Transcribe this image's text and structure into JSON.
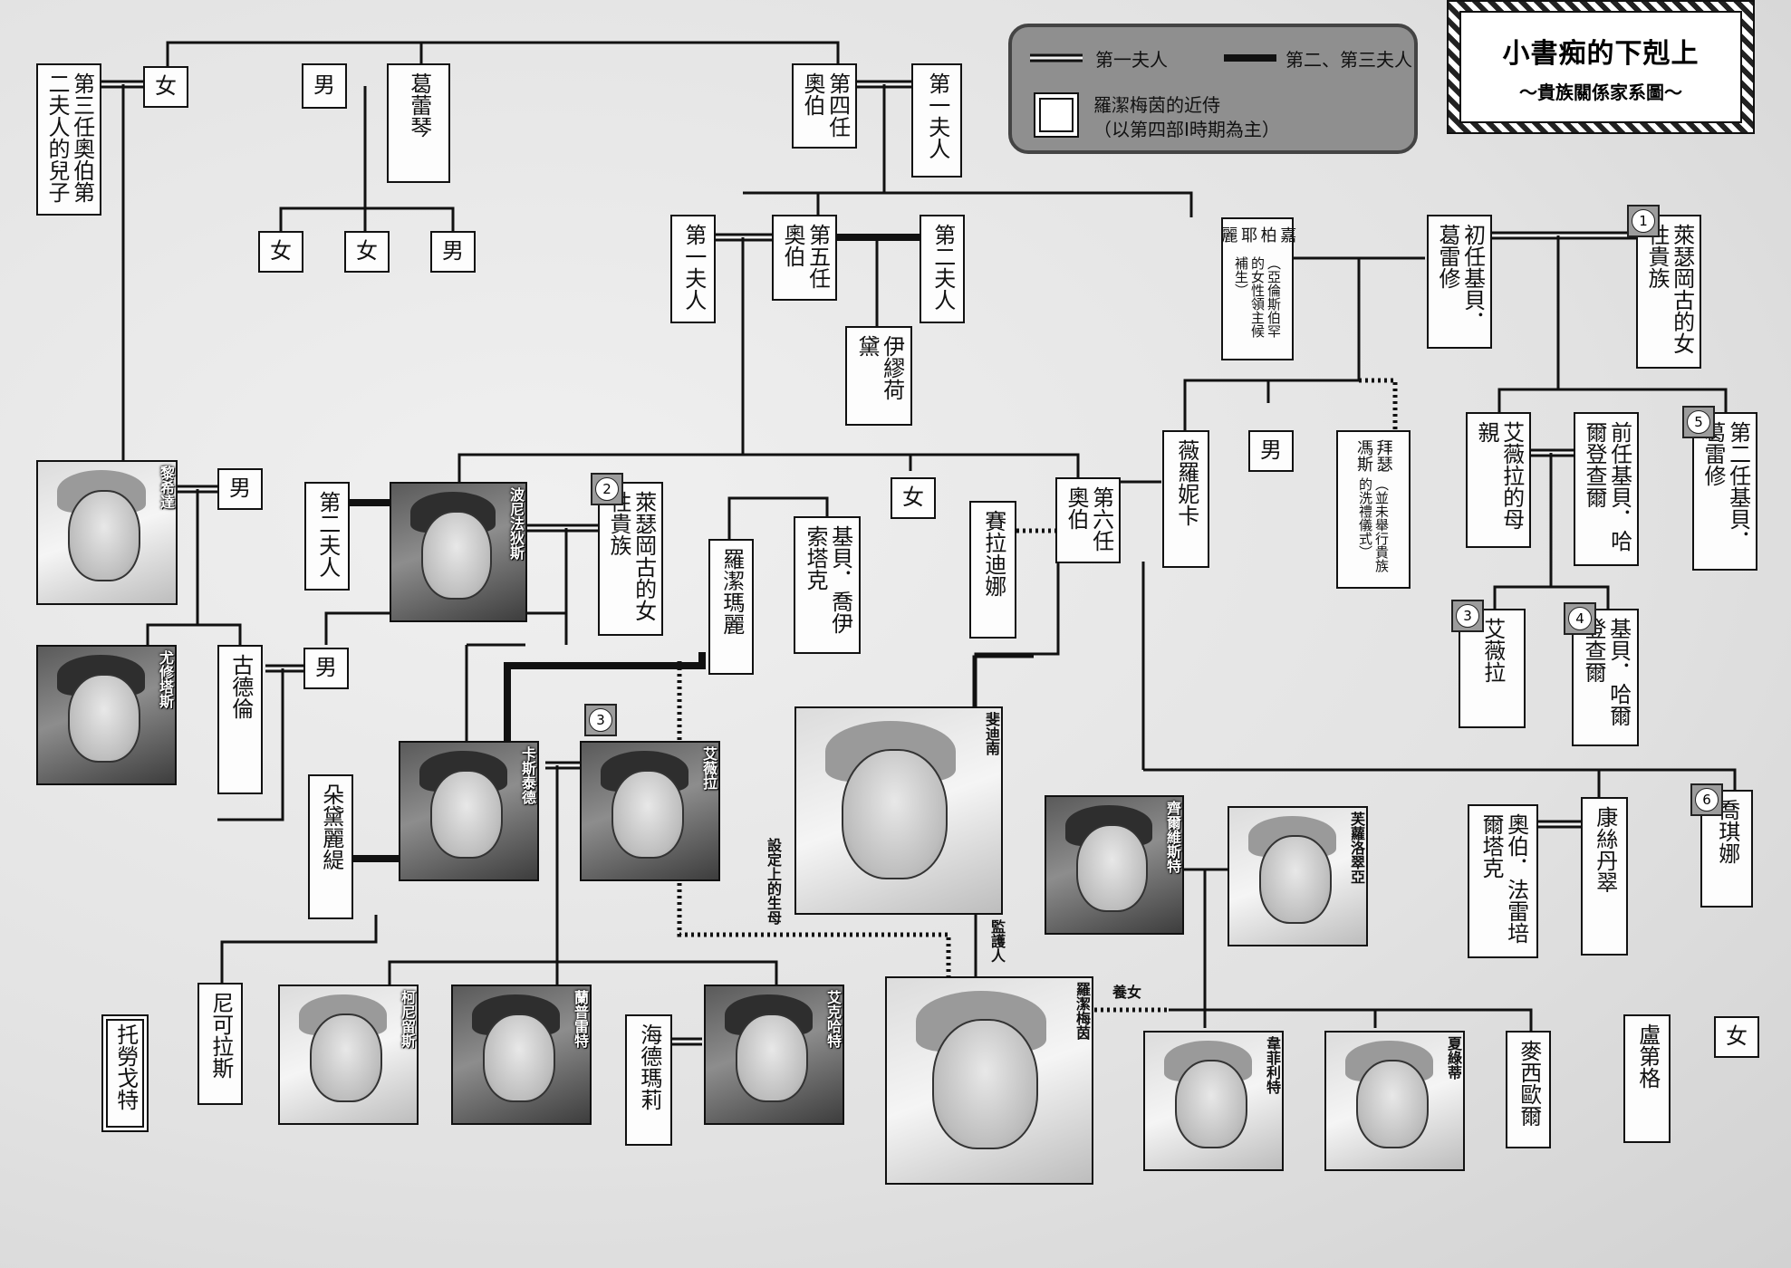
{
  "header": {
    "title": "小書痴的下剋上",
    "subtitle": "〜貴族關係家系圖〜"
  },
  "legend": {
    "first_wife": "第一夫人",
    "second_third_wife": "第二、第三夫人",
    "retainer_line1": "羅潔梅茵的近侍",
    "retainer_line2": "（以第四部Ⅰ時期為主）"
  },
  "people": {
    "aub3_son_of_wife2": "第三任奧伯第二夫人的兒子",
    "woman_a": "女",
    "man_a": "男",
    "gredel": "葛蕾琴",
    "aub4": "第四任奧伯",
    "aub4_wife1": "第一夫人",
    "woman_b": "女",
    "woman_c": "女",
    "man_b": "男",
    "aub5_wife1": "第一夫人",
    "aub5": "第五任奧伯",
    "aub5_wife2": "第二夫人",
    "ilse": "伊繆荷黛",
    "gabriele": "嘉柏耶麗",
    "gabriele_note": "（亞倫斯伯罕的女性領主候補生）",
    "giebe_first": "初任基貝．葛雷修",
    "leisegang_noble_1": "萊瑟岡古的女性貴族",
    "veronica": "薇羅妮卡",
    "man_c": "男",
    "bezewanst": "拜瑟馮斯",
    "bezewanst_note": "（並未舉行貴族的洗禮儀式）",
    "elvira_mother": "艾薇拉的母親",
    "giebe_prev": "前任基貝．哈爾登查爾",
    "giebe_second": "第二任基貝．葛雷修",
    "lichleda": "黎希達",
    "man_d": "男",
    "wife2_b": "第二夫人",
    "bonifatius": "波尼法狄斯",
    "leisegang_noble_2": "萊瑟岡古的女性貴族",
    "rozemary": "羅潔瑪麗",
    "giebe_joisontak": "基貝．喬伊索塔克",
    "woman_d": "女",
    "seradina": "賽拉迪娜",
    "aub6": "第六任奧伯",
    "elvira": "艾薇拉",
    "giebe_hardenzel": "基貝．哈爾登查爾",
    "justus": "尤修塔斯",
    "gudrun": "古德倫",
    "man_e": "男",
    "karstedt": "卡斯泰德",
    "elvira_img": "艾薇拉",
    "ferdinand": "斐迪南",
    "odette": "朵黛麗緹",
    "sylvester": "齊爾維斯特",
    "florencia": "芙蘿洛翠亞",
    "aub_frenbeltag": "奧伯．法雷培爾塔克",
    "constanze": "康絲丹翠",
    "georgine": "喬琪娜",
    "nicholas": "尼可拉斯",
    "cornelius": "柯尼留斯",
    "lamprecht": "蘭普雷特",
    "heidemarie": "海德瑪莉",
    "eckhart": "艾克哈特",
    "rozemyne": "羅潔梅茵",
    "wilfried": "韋菲利特",
    "charlotte": "夏綠蒂",
    "melchior": "麥西歐爾",
    "ludger": "盧第格",
    "woman_e": "女",
    "trauguott": "托勞戈特"
  },
  "notes": {
    "birth_mother": "設定上的生母",
    "guardian": "監護人",
    "adopted": "養女"
  },
  "badges": {
    "b1": "1",
    "b2": "2",
    "b3a": "3",
    "b3b": "3",
    "b4": "4",
    "b5": "5",
    "b6": "6"
  }
}
